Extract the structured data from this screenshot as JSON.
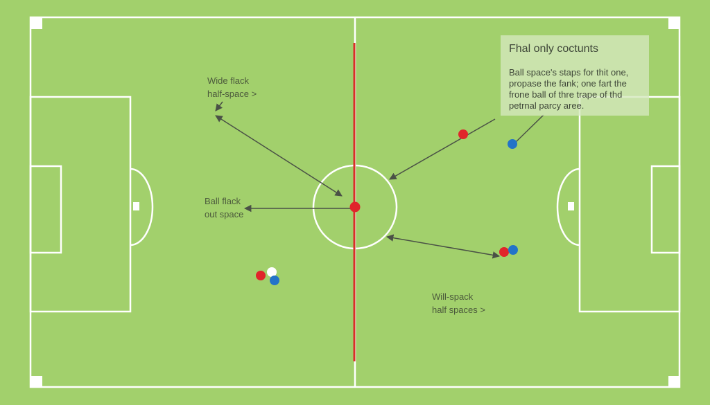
{
  "colors": {
    "grass": "#a2d06c",
    "line": "#ffffff",
    "halfway_line": "#d9302a",
    "arrow": "#4a5146",
    "red_player": "#e0252b",
    "blue_player": "#2373c8",
    "white_player": "#ffffff"
  },
  "labels": {
    "wide": [
      "Wide flack",
      "half-space ˃"
    ],
    "ball": [
      "Ball flack",
      "out space"
    ],
    "will": [
      "Will-spack",
      "half spaces ˃"
    ]
  },
  "info_box": {
    "title": "Fhal only coctunts",
    "lines": [
      "Ball space's staps for thit one,",
      "propase the fank; one fart the",
      "frone ball of thre trape of thd",
      "petrnal parcy aree."
    ]
  },
  "players": [
    {
      "team": "red",
      "role": "ball-carrier"
    },
    {
      "team": "red"
    },
    {
      "team": "blue"
    },
    {
      "team": "red"
    },
    {
      "team": "blue"
    },
    {
      "team": "red"
    },
    {
      "team": "white"
    },
    {
      "team": "blue"
    }
  ]
}
